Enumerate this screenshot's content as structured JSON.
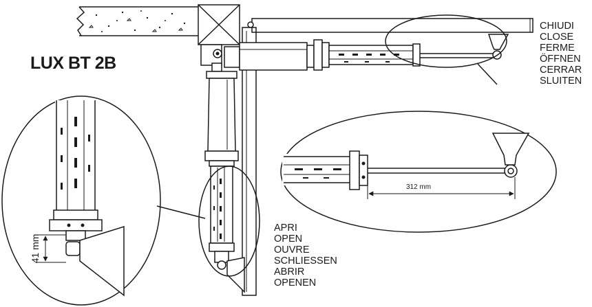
{
  "model_label": "LUX BT 2B",
  "close_labels": [
    "CHIUDI",
    "CLOSE",
    "FERME",
    "ÖFFNEN",
    "CERRAR",
    "SLUITEN"
  ],
  "open_labels": [
    "APRI",
    "OPEN",
    "OUVRE",
    "SCHLIESSEN",
    "ABRIR",
    "OPENEN"
  ],
  "dimension_stroke": "312 mm",
  "dimension_offset": "41 mm"
}
